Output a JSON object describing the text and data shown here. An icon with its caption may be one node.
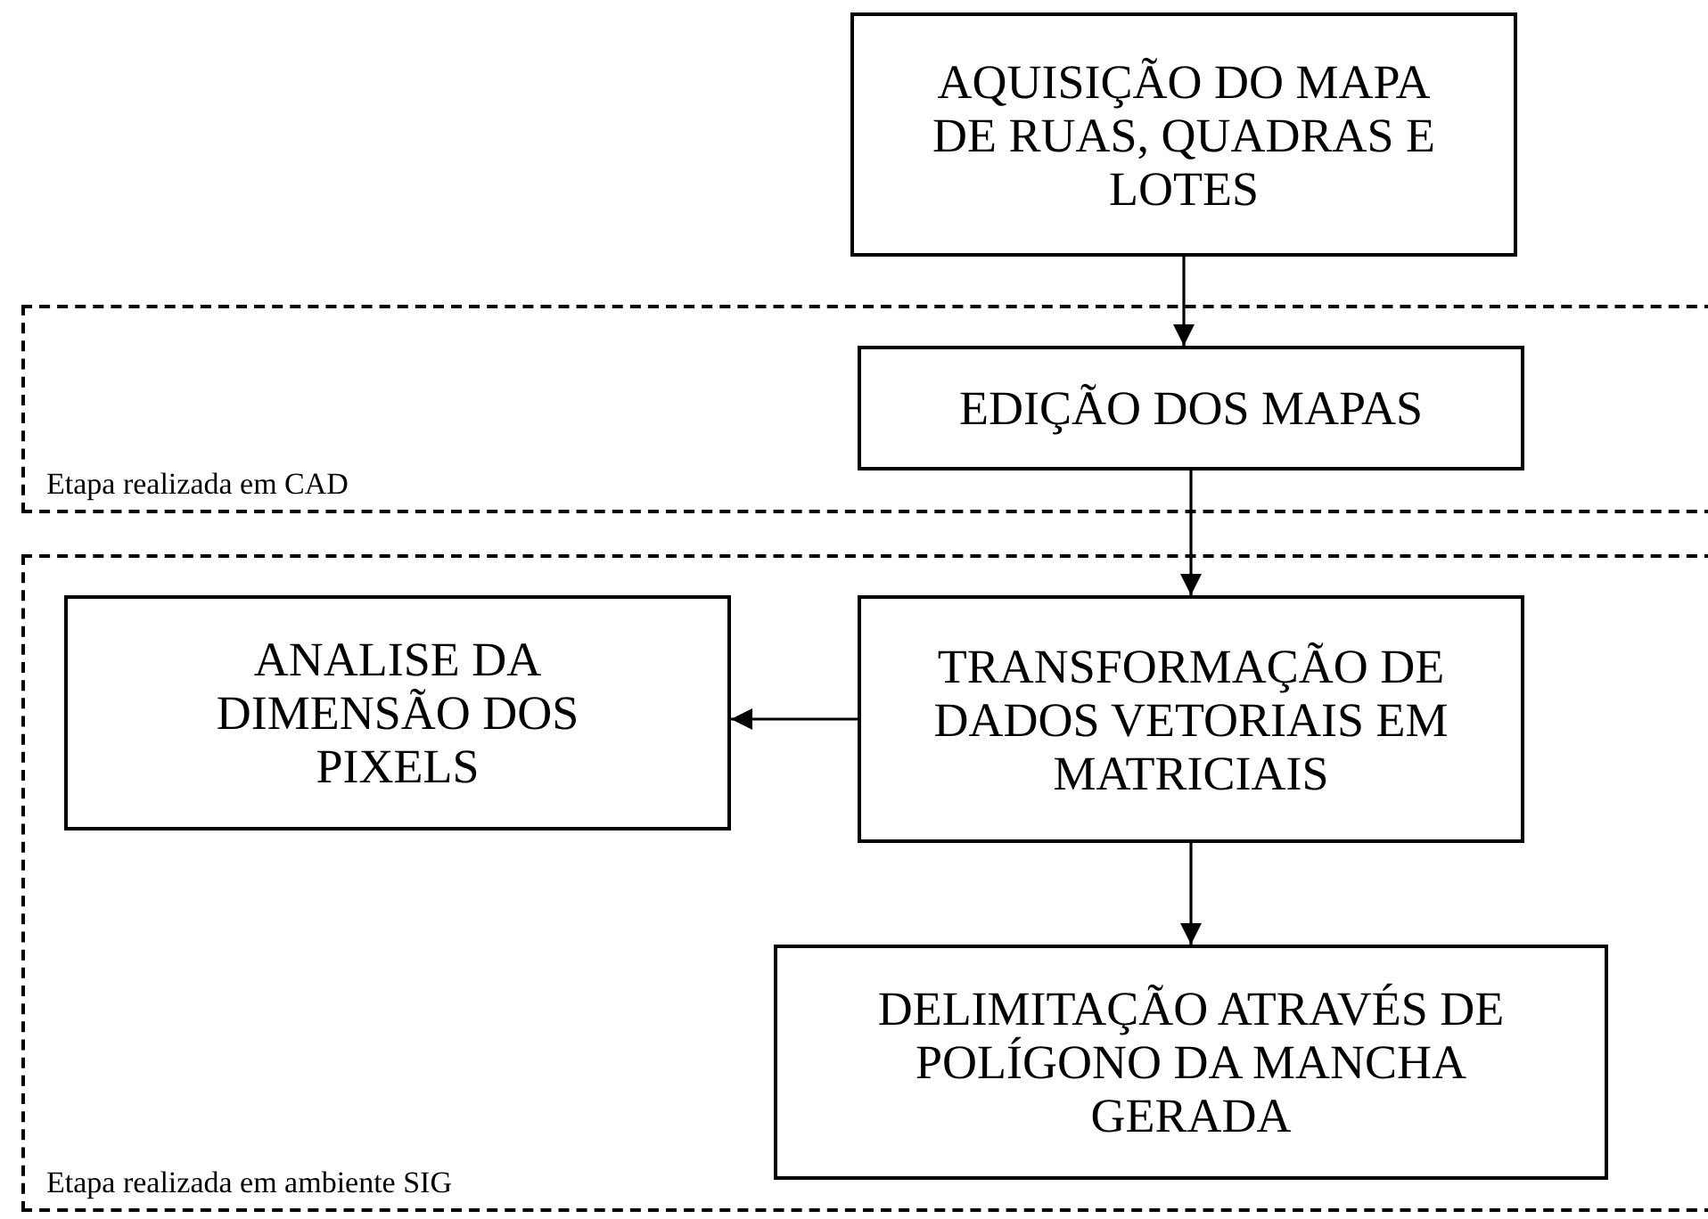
{
  "diagram": {
    "nodes": [
      {
        "text": [
          "AQUISIÇÃO DO MAPA DE RUAS, QUADRAS E LOTES"
        ]
      },
      {
        "text": [
          "Etapa realizada em CAD"
        ]
      },
      {
        "text": [
          "EDIÇÃO DOS MAPAS"
        ],
        "in": 1
      },
      {
        "text": [
          "Etapa realizada em ambiente SIG"
        ]
      },
      {
        "text": [
          "ANALISE DA DIMENSÃO DOS PIXELS"
        ],
        "in": 3
      },
      {
        "text": [
          "TRANSFORMAÇÃO DE DADOS VETORIAIS EM MATRICIAIS"
        ],
        "in": 3
      },
      {
        "text": [
          "DELIMITAÇÃO ATRAVÉS DE POLÍGONO DA MANCHA GERADA"
        ],
        "in": 3
      }
    ],
    "edges": [
      {
        "from": 0,
        "to": 2,
        "arrow": "to"
      },
      {
        "from": 2,
        "to": 5,
        "arrow": "to"
      },
      {
        "from": 5,
        "to": 4,
        "arrow": "to"
      },
      {
        "from": 5,
        "to": 6,
        "arrow": "to"
      }
    ]
  }
}
